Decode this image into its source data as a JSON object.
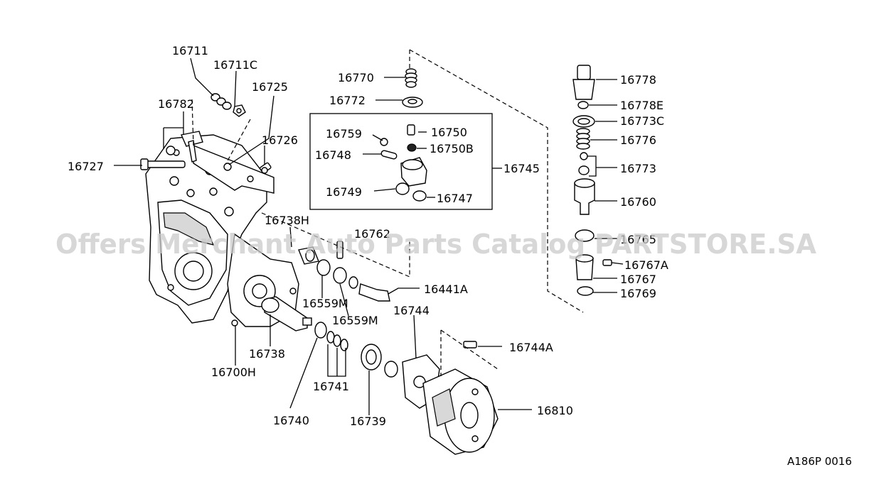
{
  "diagram": {
    "watermark": "Offers Merchant Auto Parts Catalog PARTSTORE.SA",
    "figure_code": "A186P 0016",
    "labels": {
      "p16711": "16711",
      "p16711C": "16711C",
      "p16725": "16725",
      "p16782": "16782",
      "p16726": "16726",
      "p16727": "16727",
      "p16770": "16770",
      "p16772": "16772",
      "p16759": "16759",
      "p16750": "16750",
      "p16748": "16748",
      "p16750B": "16750B",
      "p16745": "16745",
      "p16749": "16749",
      "p16747": "16747",
      "p16738H": "16738H",
      "p16762": "16762",
      "p16441A": "16441A",
      "p16559M_a": "16559M",
      "p16559M_b": "16559M",
      "p16744": "16744",
      "p16738": "16738",
      "p16744A": "16744A",
      "p16700H": "16700H",
      "p16741": "16741",
      "p16810": "16810",
      "p16740": "16740",
      "p16739": "16739",
      "p16778": "16778",
      "p16778E": "16778E",
      "p16773C": "16773C",
      "p16776": "16776",
      "p16773": "16773",
      "p16760": "16760",
      "p16765": "16765",
      "p16767A": "16767A",
      "p16767": "16767",
      "p16769": "16769"
    }
  }
}
